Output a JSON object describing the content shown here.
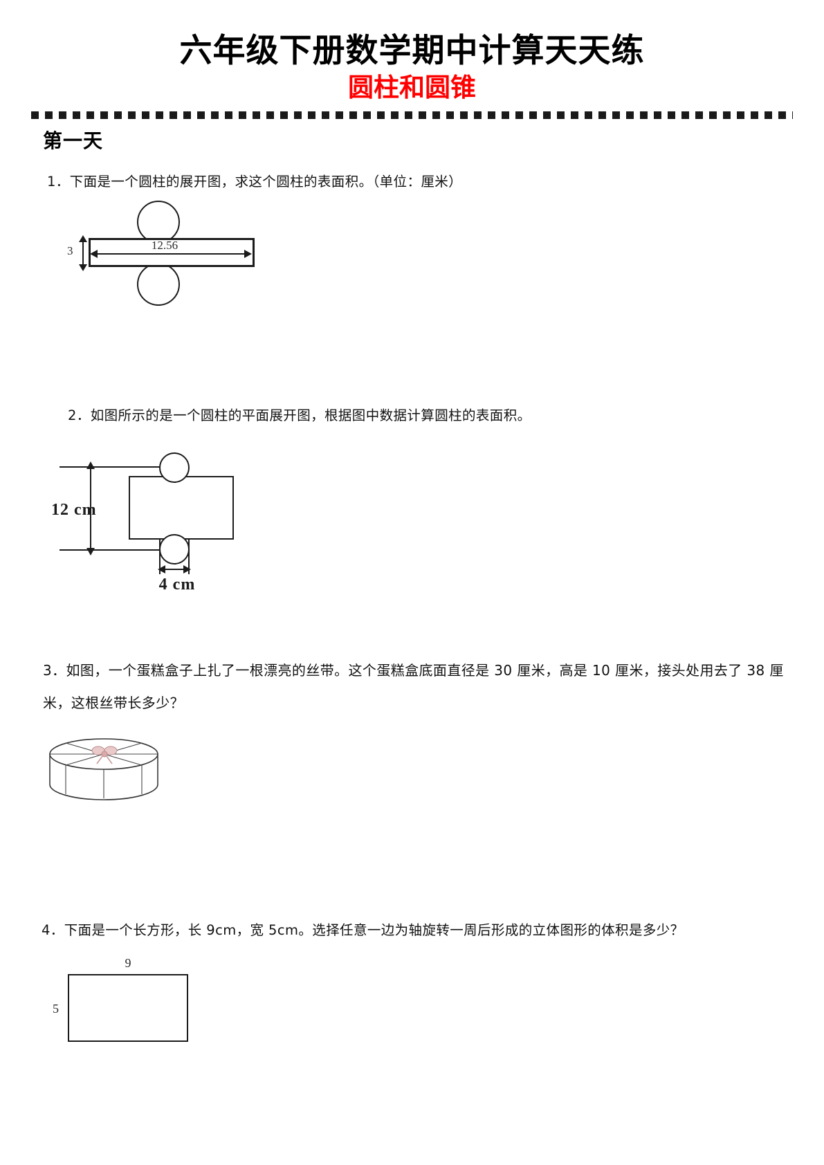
{
  "header": {
    "title": "六年级下册数学期中计算天天练",
    "subtitle": "圆柱和圆锥",
    "day_label": "第一天"
  },
  "questions": [
    {
      "number": "1",
      "text": "1．下面是一个圆柱的展开图，求这个圆柱的表面积。（单位：厘米）",
      "figure": {
        "type": "cylinder-net",
        "width_label": "12.56",
        "height_label": "3"
      }
    },
    {
      "number": "2",
      "text": "2．如图所示的是一个圆柱的平面展开图，根据图中数据计算圆柱的表面积。",
      "figure": {
        "type": "cylinder-net",
        "height_label": "12 cm",
        "diameter_label": "4 cm"
      }
    },
    {
      "number": "3",
      "text": "3．如图，一个蛋糕盒子上扎了一根漂亮的丝带。这个蛋糕盒底面直径是 30 厘米，高是 10 厘米，接头处用去了 38 厘米，这根丝带长多少？",
      "figure": {
        "type": "cake-box-with-ribbon"
      }
    },
    {
      "number": "4",
      "text": "4．下面是一个长方形，长 9cm，宽 5cm。选择任意一边为轴旋转一周后形成的立体图形的体积是多少？",
      "figure": {
        "type": "rectangle",
        "length_label": "9",
        "width_label": "5"
      }
    }
  ],
  "colors": {
    "accent_red": "#ff0000",
    "ink": "#000000",
    "line": "#1b1b1b"
  }
}
